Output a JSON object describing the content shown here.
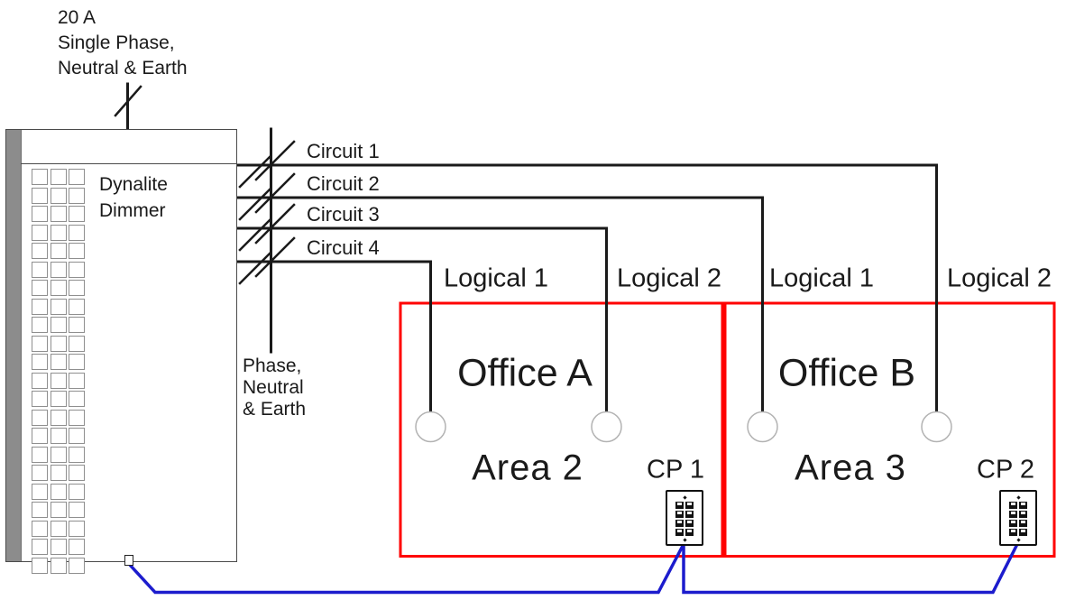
{
  "supply": {
    "incoming_label": "20 A\nSingle Phase,\nNeutral & Earth",
    "feed_label": "Phase,\nNeutral\n& Earth"
  },
  "dimmer": {
    "label": "Dynalite\nDimmer",
    "module_grid": {
      "rows": 22,
      "cols": 3
    }
  },
  "circuits": [
    {
      "label": "Circuit 1"
    },
    {
      "label": "Circuit 2"
    },
    {
      "label": "Circuit 3"
    },
    {
      "label": "Circuit 4"
    }
  ],
  "areas": [
    {
      "office": "Office A",
      "area": "Area 2",
      "panel": "CP 1",
      "logicals": [
        "Logical 1",
        "Logical 2"
      ]
    },
    {
      "office": "Office B",
      "area": "Area 3",
      "panel": "CP 2",
      "logicals": [
        "Logical 1",
        "Logical 2"
      ]
    }
  ],
  "control_panels": {
    "button_rows": 4,
    "button_cols": 2
  },
  "colors": {
    "wire": "#1a1a1a",
    "network_cable": "#1c1ccd",
    "area_outline": "#ff0000",
    "lamp_outline": "#b3b3b3",
    "dimmer_rail": "#8c8c8c"
  }
}
